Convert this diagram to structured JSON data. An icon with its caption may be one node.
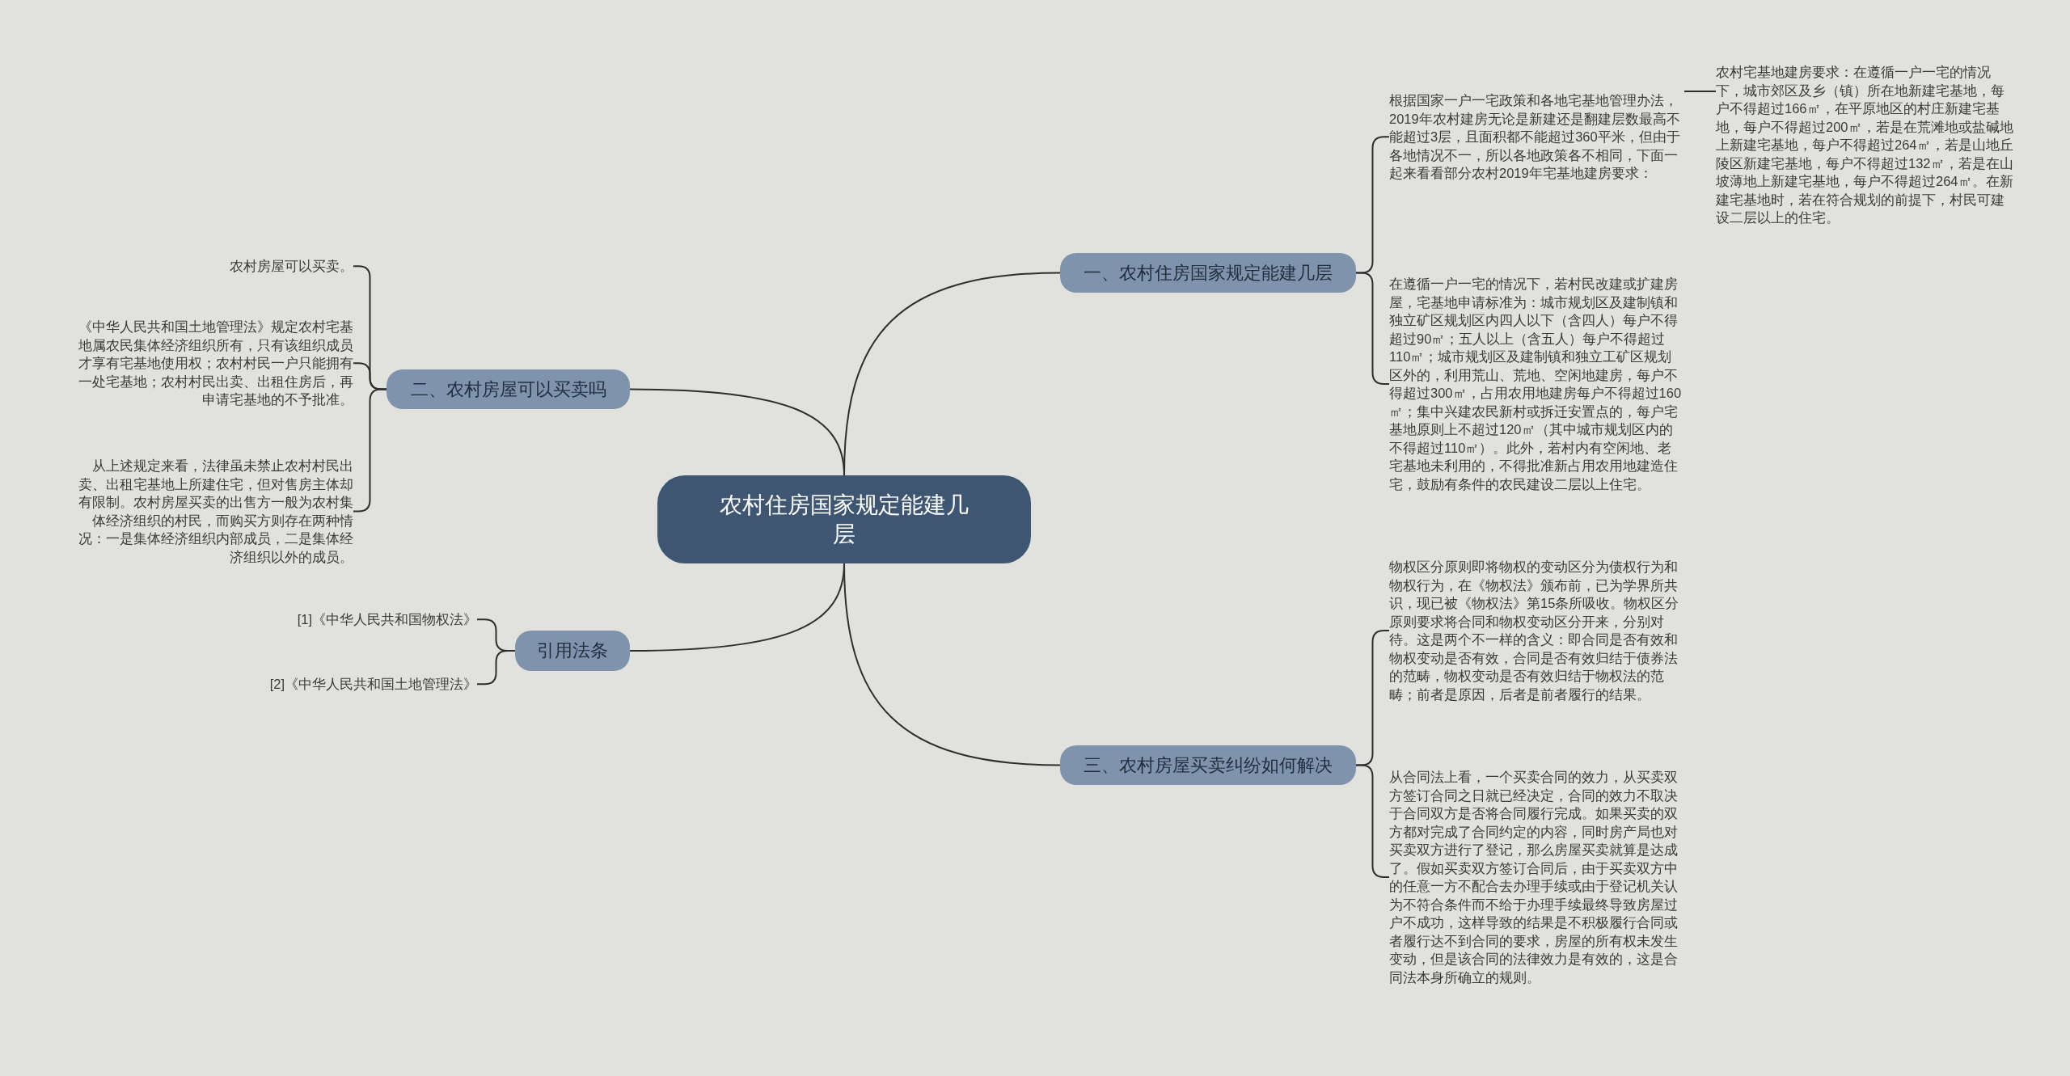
{
  "diagram": {
    "nodes": [
      {
        "text": [
          "农村住房国家规定能建几层"
        ]
      },
      {
        "text": [
          "一、农村住房国家规定能建几层"
        ]
      },
      {
        "text": [
          "根据国家一户一宅政策和各地宅基地管理办法，2019年农村建房无论是新建还是翻建层数最高不能超过3层，且面积都不能超过360平米，但由于各地情况不一，所以各地政策各不相同，下面一起来看看部分农村2019年宅基地建房要求："
        ]
      },
      {
        "text": [
          "农村宅基地建房要求：在遵循一户一宅的情况下，城市郊区及乡（镇）所在地新建宅基地，每户不得超过166㎡，在平原地区的村庄新建宅基地，每户不得超过200㎡，若是在荒滩地或盐碱地上新建宅基地，每户不得超过264㎡，若是山地丘陵区新建宅基地，每户不得超过132㎡，若是在山坡薄地上新建宅基地，每户不得超过264㎡。在新建宅基地时，若在符合规划的前提下，村民可建设二层以上的住宅。"
        ]
      },
      {
        "text": [
          "在遵循一户一宅的情况下，若村民改建或扩建房屋，宅基地申请标准为：城市规划区及建制镇和独立矿区规划区内四人以下（含四人）每户不得超过90㎡；五人以上（含五人）每户不得超过110㎡；城市规划区及建制镇和独立工矿区规划区外的，利用荒山、荒地、空闲地建房，每户不得超过300㎡，占用农用地建房每户不得超过160㎡；集中兴建农民新村或拆迁安置点的，每户宅基地原则上不超过120㎡（其中城市规划区内的不得超过110㎡）。此外，若村内有空闲地、老宅基地未利用的，不得批准新占用农用地建造住宅，鼓励有条件的农民建设二层以上住宅。"
        ]
      },
      {
        "text": [
          "二、农村房屋可以买卖吗"
        ]
      },
      {
        "text": [
          "农村房屋可以买卖。"
        ]
      },
      {
        "text": [
          "《中华人民共和国土地管理法》规定农村宅基地属农民集体经济组织所有，只有该组织成员才享有宅基地使用权；农村村民一户只能拥有一处宅基地；农村村民出卖、出租住房后，再申请宅基地的不予批准。"
        ]
      },
      {
        "text": [
          "从上述规定来看，法律虽未禁止农村村民出卖、出租宅基地上所建住宅，但对售房主体却有限制。农村房屋买卖的出售方一般为农村集体经济组织的村民，而购买方则存在两种情况：一是集体经济组织内部成员，二是集体经济组织以外的成员。"
        ]
      },
      {
        "text": [
          "三、农村房屋买卖纠纷如何解决"
        ]
      },
      {
        "text": [
          "物权区分原则即将物权的变动区分为债权行为和物权行为，在《物权法》颁布前，已为学界所共识，现已被《物权法》第15条所吸收。物权区分原则要求将合同和物权变动区分开来，分别对待。这是两个不一样的含义：即合同是否有效和物权变动是否有效，合同是否有效归结于债券法的范畴，物权变动是否有效归结于物权法的范畴；前者是原因，后者是前者履行的结果。"
        ]
      },
      {
        "text": [
          "从合同法上看，一个买卖合同的效力，从买卖双方签订合同之日就已经决定，合同的效力不取决于合同双方是否将合同履行完成。如果买卖的双方都对完成了合同约定的内容，同时房产局也对买卖双方进行了登记，那么房屋买卖就算是达成了。假如买卖双方签订合同后，由于买卖双方中的任意一方不配合去办理手续或由于登记机关认为不符合条件而不给于办理手续最终导致房屋过户不成功，这样导致的结果是不积极履行合同或者履行达不到合同的要求，房屋的所有权未发生变动，但是该合同的法律效力是有效的，这是合同法本身所确立的规则。"
        ]
      },
      {
        "text": [
          "引用法条"
        ]
      },
      {
        "text": [
          "[1]《中华人民共和国物权法》"
        ]
      },
      {
        "text": [
          "[2]《中华人民共和国土地管理法》"
        ]
      }
    ],
    "edges": [
      {
        "from": 0,
        "to": 1,
        "arrow": "none"
      },
      {
        "from": 1,
        "to": 2,
        "arrow": "none"
      },
      {
        "from": 2,
        "to": 3,
        "arrow": "none"
      },
      {
        "from": 1,
        "to": 4,
        "arrow": "none"
      },
      {
        "from": 0,
        "to": 5,
        "arrow": "none"
      },
      {
        "from": 5,
        "to": 6,
        "arrow": "none"
      },
      {
        "from": 5,
        "to": 7,
        "arrow": "none"
      },
      {
        "from": 5,
        "to": 8,
        "arrow": "none"
      },
      {
        "from": 0,
        "to": 9,
        "arrow": "none"
      },
      {
        "from": 9,
        "to": 10,
        "arrow": "none"
      },
      {
        "from": 9,
        "to": 11,
        "arrow": "none"
      },
      {
        "from": 0,
        "to": 12,
        "arrow": "none"
      },
      {
        "from": 12,
        "to": 13,
        "arrow": "none"
      },
      {
        "from": 12,
        "to": 14,
        "arrow": "none"
      }
    ]
  }
}
